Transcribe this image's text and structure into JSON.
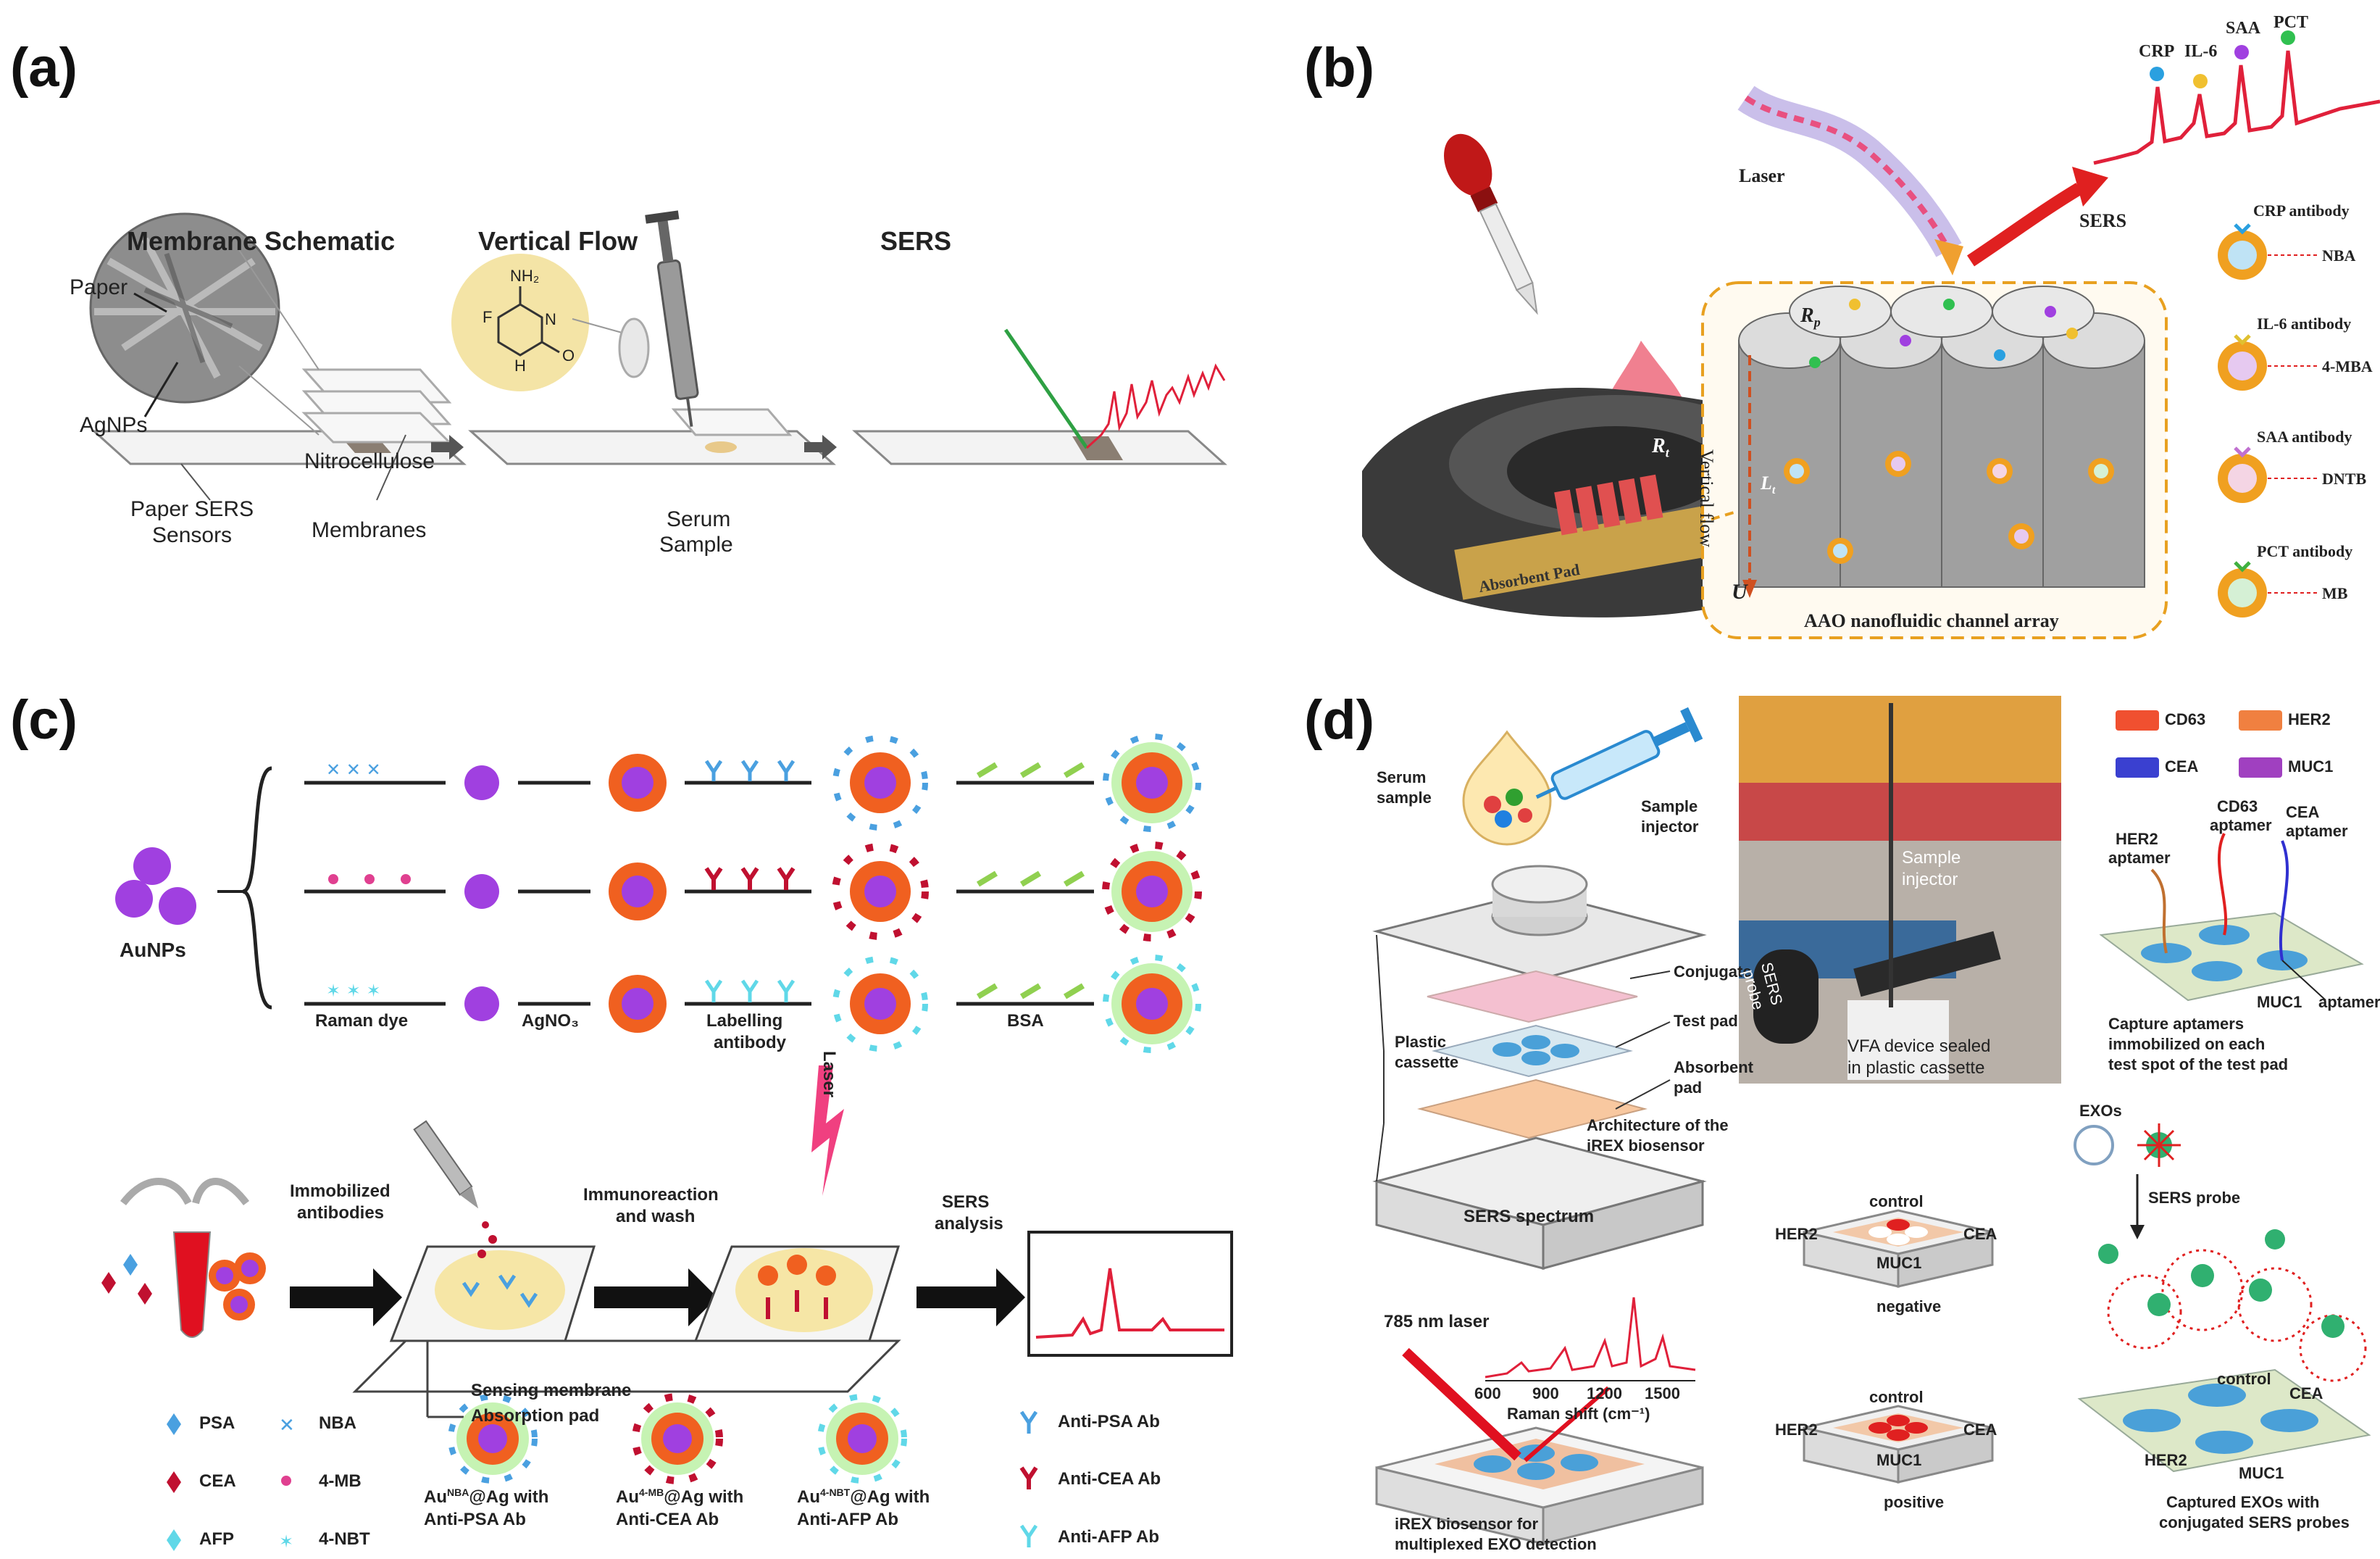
{
  "panels": {
    "a": {
      "label": "(a)",
      "membrane_schematic": "Membrane Schematic",
      "vertical_flow": "Vertical Flow",
      "sers": "SERS",
      "paper": "Paper",
      "agnps": "AgNPs",
      "paper_sers_sensors": [
        "Paper SERS",
        "Sensors"
      ],
      "nitrocellulose": [
        "Nitrocellulose",
        "Membranes"
      ],
      "serum_sample": [
        "Serum",
        "Sample"
      ],
      "mol_nh2": "NH₂",
      "mol_f": "F",
      "mol_n": "N",
      "mol_h": "H",
      "mol_o": "O"
    },
    "b": {
      "label": "(b)",
      "laser": "Laser",
      "sers": "SERS",
      "peaks": [
        "CRP",
        "IL-6",
        "SAA",
        "PCT"
      ],
      "rp": "R",
      "rp_sub": "p",
      "rt": "R",
      "rt_sub": "t",
      "lt": "L",
      "lt_sub": "t",
      "vertical_flow": "Vertical flow",
      "u": "U",
      "absorbent_pad": "Absorbent Pad",
      "channel_array": "AAO nanofluidic channel array",
      "legend": [
        {
          "antibody": "CRP antibody",
          "reporter": "NBA"
        },
        {
          "antibody": "IL-6 antibody",
          "reporter": "4-MBA"
        },
        {
          "antibody": "SAA antibody",
          "reporter": "DNTB"
        },
        {
          "antibody": "PCT antibody",
          "reporter": "MB"
        }
      ]
    },
    "c": {
      "label": "(c)",
      "aunps": "AuNPs",
      "raman_dye": "Raman dye",
      "agno3": "AgNO₃",
      "labelling_antibody": [
        "Labelling",
        "antibody"
      ],
      "bsa": "BSA",
      "laser": "Laser",
      "immobilized": [
        "Immobilized",
        "antibodies"
      ],
      "immunoreaction": [
        "Immunoreaction",
        "and wash"
      ],
      "sers_analysis": [
        "SERS",
        "analysis"
      ],
      "sensing_membrane": "Sensing membrane",
      "absorption_pad": "Absorption pad",
      "legend_analytes": [
        "PSA",
        "CEA",
        "AFP"
      ],
      "legend_dyes": [
        "NBA",
        "4-MB",
        "4-NBT"
      ],
      "legend_probes": [
        [
          "Au",
          "NBA",
          "@Ag with",
          "Anti-PSA Ab"
        ],
        [
          "Au",
          "4-MB",
          "@Ag with",
          "Anti-CEA Ab"
        ],
        [
          "Au",
          "4-NBT",
          "@Ag with",
          "Anti-AFP Ab"
        ]
      ],
      "legend_abs": [
        "Anti-PSA Ab",
        "Anti-CEA Ab",
        "Anti-AFP Ab"
      ]
    },
    "d": {
      "label": "(d)",
      "serum_sample": [
        "Serum",
        "sample"
      ],
      "sample_injector": [
        "Sample",
        "injector"
      ],
      "conjugate_pad": "Conjugate pad",
      "test_pad": "Test pad",
      "absorbent_pad": [
        "Absorbent",
        "pad"
      ],
      "plastic_cassette": [
        "Plastic",
        "cassette"
      ],
      "architecture": [
        "Architecture of the",
        "iREX biosensor"
      ],
      "photo_injector": [
        "Sample",
        "injector"
      ],
      "photo_probe": [
        "SERS",
        "probe"
      ],
      "photo_caption": [
        "VFA device sealed",
        "in plastic cassette"
      ],
      "markers": [
        "CD63",
        "HER2",
        "CEA",
        "MUC1"
      ],
      "cd63_aptamer": [
        "CD63",
        "aptamer"
      ],
      "cea_aptamer": [
        "CEA",
        "aptamer"
      ],
      "her2_aptamer": [
        "HER2",
        "aptamer"
      ],
      "muc1_aptamer": [
        "MUC1",
        "aptamer"
      ],
      "capture_caption": [
        "Capture aptamers",
        "immobilized on each",
        "test spot of the test pad"
      ],
      "exos": "EXOs",
      "sers_probe": "SERS probe",
      "sers_spectrum": "SERS spectrum",
      "raman_ticks": [
        "600",
        "900",
        "1200",
        "1500"
      ],
      "raman_axis": "Raman shift (cm⁻¹)",
      "laser_785": "785 nm laser",
      "irex_caption": [
        "iREX biosensor for",
        "multiplexed EXO detection"
      ],
      "spot_labels": [
        "control",
        "HER2",
        "CEA",
        "MUC1"
      ],
      "negative": "negative",
      "positive": "positive",
      "captured_caption": [
        "Captured EXOs with",
        "conjugated SERS probes"
      ],
      "cap_labels": [
        "control",
        "CEA",
        "HER2",
        "MUC1"
      ]
    }
  },
  "colors": {
    "spectrum": "#e0203a",
    "laser_green": "#2ea043",
    "gold_shell": "#f0a020",
    "aunp": "#a040e0",
    "silver_shell": "#f06020",
    "psa": "#4aa0e0",
    "cea": "#d01030",
    "afp": "#60d8e8",
    "dash": "#e8a020"
  }
}
